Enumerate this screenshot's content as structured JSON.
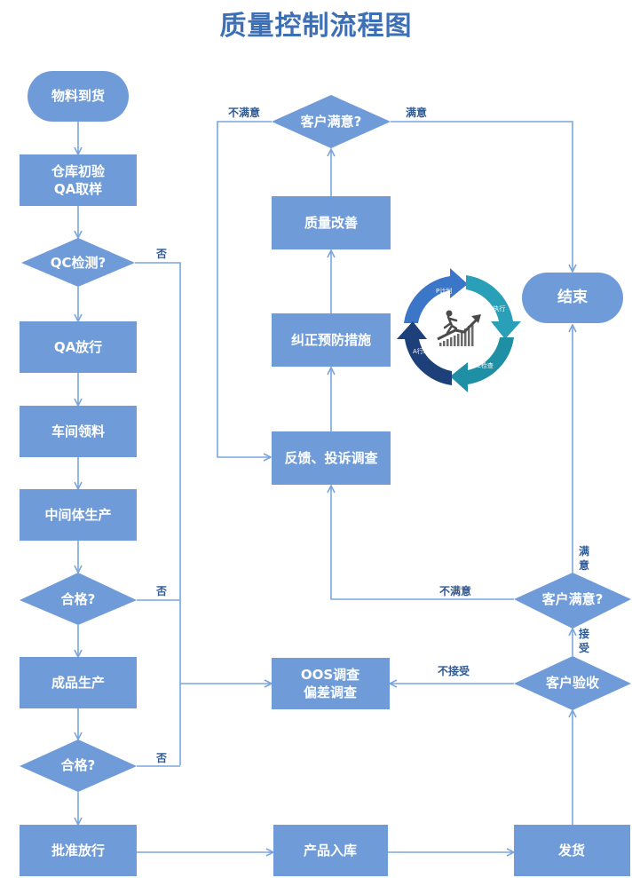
{
  "title": "质量控制流程图",
  "colors": {
    "node_fill": "#6f9bd8",
    "line": "#7aa6dd",
    "title": "#3d6fb6",
    "label": "#2f5a96"
  },
  "nodes": {
    "material_arrival": "物料到货",
    "warehouse_inspection": [
      "仓库初验",
      "QA取样"
    ],
    "qc_test": "QC检测?",
    "qa_release": "QA放行",
    "workshop_requisition": "车间领料",
    "intermediate_production": "中间体生产",
    "qualified_1": "合格?",
    "finished_production": "成品生产",
    "qualified_2": "合格?",
    "approve_release": "批准放行",
    "warehousing": "产品入库",
    "shipping": "发货",
    "customer_acceptance": "客户验收",
    "customer_satisfied_lower": "客户满意?",
    "oos_investigation": [
      "OOS调查",
      "偏差调查"
    ],
    "feedback_investigation": "反馈、投诉调查",
    "corrective_action": "纠正预防措施",
    "quality_improvement": "质量改善",
    "customer_satisfied_upper": "客户满意?",
    "end": "结束"
  },
  "edge_labels": {
    "no_qc": "否",
    "no_qualified_1": "否",
    "no_qualified_2": "否",
    "not_satisfied_upper": "不满意",
    "satisfied_upper": "满意",
    "not_satisfied_lower": "不满意",
    "satisfied_lower": [
      "满",
      "意"
    ],
    "accept": [
      "接",
      "受"
    ],
    "not_accept": "不接受"
  },
  "pdca": {
    "plan": "P计划",
    "do": "D执行",
    "check": "C检查",
    "act": "A行动",
    "icons": [
      "runner-icon",
      "growth-chart-icon"
    ]
  }
}
